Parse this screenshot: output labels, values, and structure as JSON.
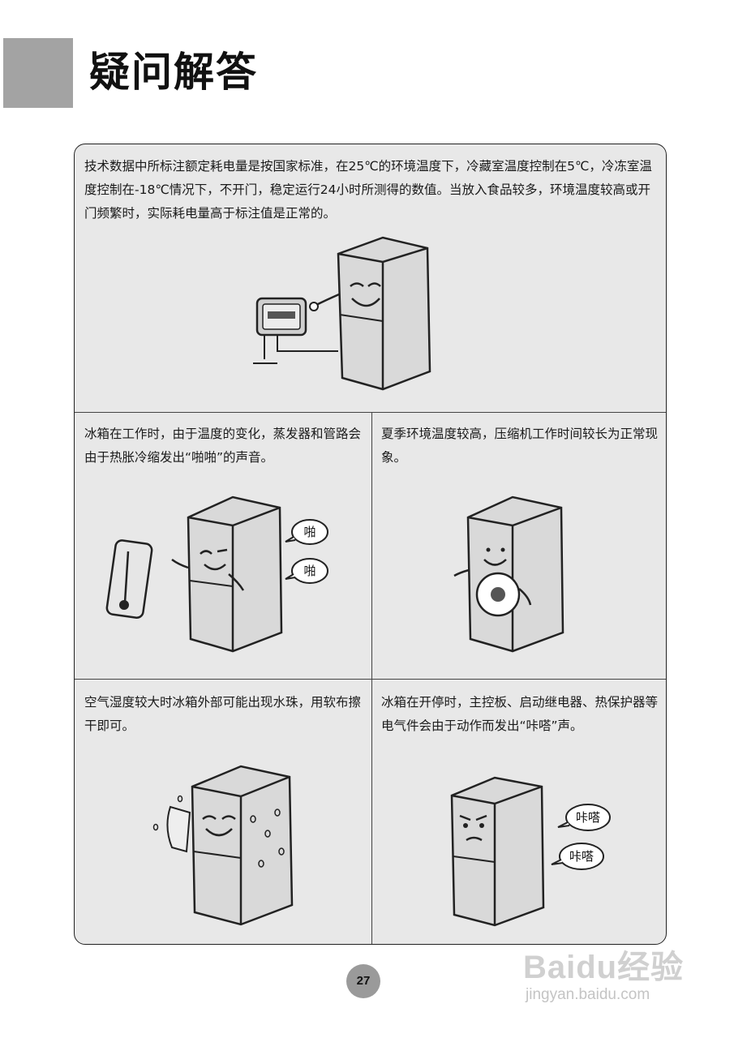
{
  "header": {
    "title": "疑问解答"
  },
  "sections": {
    "energy": {
      "text": "技术数据中所标注额定耗电量是按国家标准，在25℃的环境温度下，冷藏室温度控制在5℃，冷冻室温度控制在-18℃情况下，不开门，稳定运行24小时所测得的数值。当放入食品较多，环境温度较高或开门频繁时，实际耗电量高于标注值是正常的。"
    },
    "crack": {
      "text": "冰箱在工作时，由于温度的变化，蒸发器和管路会由于热胀冷缩发出“啪啪”的声音。",
      "bubble1": "啪",
      "bubble2": "啪"
    },
    "compressor": {
      "text": "夏季环境温度较高，压缩机工作时间较长为正常现象。"
    },
    "humidity": {
      "text": "空气湿度较大时冰箱外部可能出现水珠，用软布擦干即可。"
    },
    "click": {
      "text": "冰箱在开停时，主控板、启动继电器、热保护器等电气件会由于动作而发出“咔嗒”声。",
      "bubble1": "咔嗒",
      "bubble2": "咔嗒"
    }
  },
  "footer": {
    "page_number": "27"
  },
  "watermark": {
    "logo": "Baidu经验",
    "url": "jingyan.baidu.com"
  }
}
